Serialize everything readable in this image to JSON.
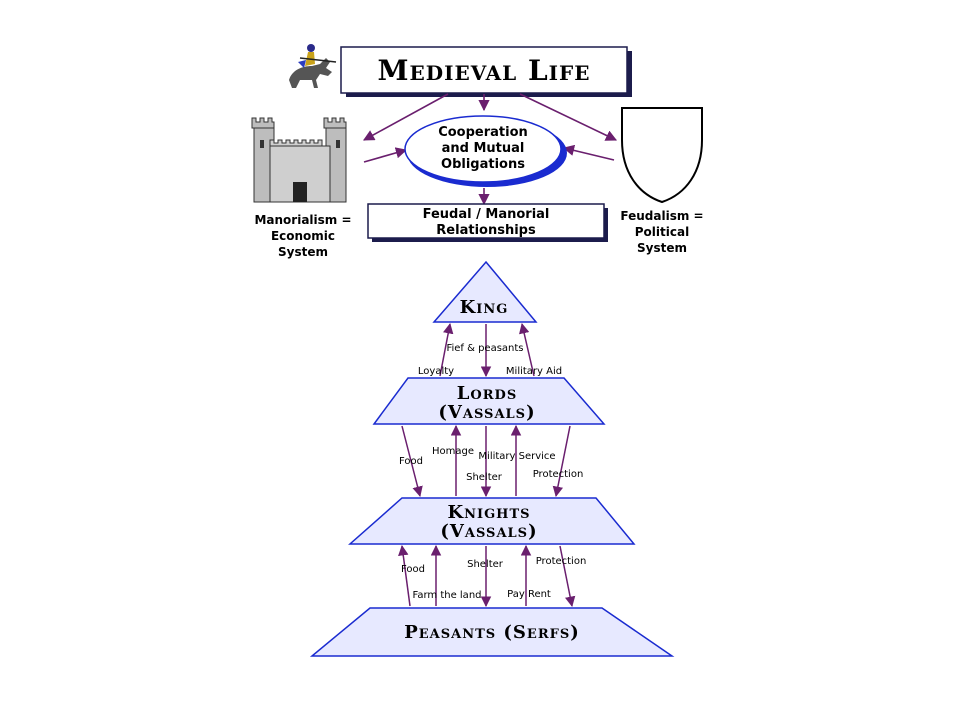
{
  "title": "Medieval Life",
  "center_ellipse": [
    "Cooperation",
    "and Mutual",
    "Obligations"
  ],
  "relationships_box": [
    "Feudal / Manorial",
    "Relationships"
  ],
  "left_caption": [
    "Manorialism =",
    "Economic",
    "System"
  ],
  "right_caption": [
    "Feudalism =",
    "Political",
    "System"
  ],
  "tiers": {
    "king": [
      "King"
    ],
    "lords": [
      "Lords",
      "(Vassals)"
    ],
    "knights": [
      "Knights",
      "(Vassals)"
    ],
    "peasants": [
      "Peasants (Serfs)"
    ]
  },
  "exchanges": {
    "king_lords": [
      "Fief & peasants",
      "Loyalty",
      "Military Aid"
    ],
    "lords_knights": [
      "Homage",
      "Food",
      "Military Service",
      "Shelter",
      "Protection"
    ],
    "knights_peasants": [
      "Food",
      "Farm the land",
      "Shelter",
      "Pay Rent",
      "Protection"
    ]
  },
  "icons": [
    "knight-on-horse-icon",
    "castle-icon",
    "shield-icon"
  ],
  "colors": {
    "arrow": "#6a1f6e",
    "tier_fill": "#e7e9ff",
    "tier_stroke": "#1a2bd0",
    "shadow": "#202070"
  }
}
